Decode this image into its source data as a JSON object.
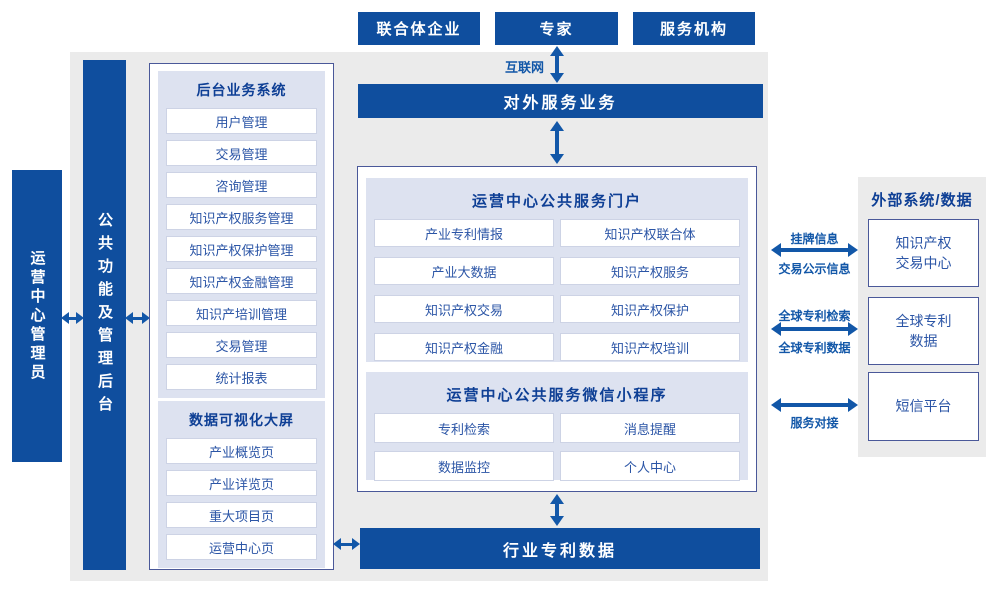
{
  "top_actors": {
    "consortium": "联合体企业",
    "expert": "专家",
    "agency": "服务机构"
  },
  "internet_label": "互联网",
  "external_service_bar": "对外服务业务",
  "industry_data_bar": "行业专利数据",
  "left_rail": {
    "admin": "运营中心管理员",
    "backend": "公共功能及管理后台"
  },
  "backend_system": {
    "title": "后台业务系统",
    "items": [
      "用户管理",
      "交易管理",
      "咨询管理",
      "知识产权服务管理",
      "知识产权保护管理",
      "知识产权金融管理",
      "知识产培训管理",
      "交易管理",
      "统计报表"
    ]
  },
  "dashboard": {
    "title": "数据可视化大屏",
    "items": [
      "产业概览页",
      "产业详览页",
      "重大项目页",
      "运营中心页"
    ]
  },
  "portal": {
    "title": "运营中心公共服务门户",
    "items": [
      "产业专利情报",
      "知识产权联合体",
      "产业大数据",
      "知识产权服务",
      "知识产权交易",
      "知识产权保护",
      "知识产权金融",
      "知识产权培训"
    ]
  },
  "miniprogram": {
    "title": "运营中心公共服务微信小程序",
    "items": [
      "专利检索",
      "消息提醒",
      "数据监控",
      "个人中心"
    ]
  },
  "external_panel": {
    "title": "外部系统/数据",
    "systems": [
      "知识产权\n交易中心",
      "全球专利\n数据",
      "短信平台"
    ]
  },
  "link_labels": {
    "listing_info": "挂牌信息",
    "trade_publicity": "交易公示信息",
    "global_patent_search": "全球专利检索",
    "global_patent_data": "全球专利数据",
    "service_connect": "服务对接"
  },
  "colors": {
    "primary_blue": "#0f4e9e",
    "arrow_blue": "#1257a8",
    "navy_border": "#4a5899",
    "lavender_panel": "#dde2f0",
    "gray_background": "#ebebeb"
  }
}
